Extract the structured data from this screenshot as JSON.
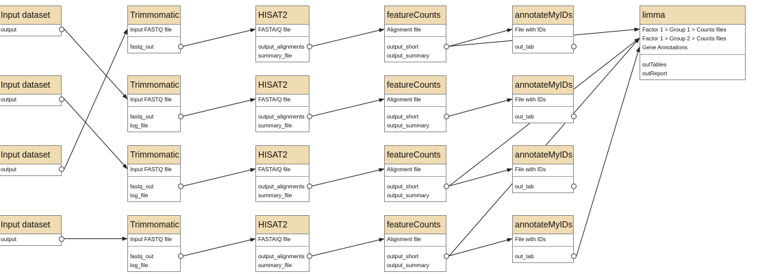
{
  "nodes": [
    {
      "id": "in1",
      "title": "Input dataset",
      "inputs": [],
      "outputs": [
        "output"
      ]
    },
    {
      "id": "in2",
      "title": "Input dataset",
      "inputs": [],
      "outputs": [
        "output"
      ]
    },
    {
      "id": "in3",
      "title": "Input dataset",
      "inputs": [],
      "outputs": [
        "output"
      ]
    },
    {
      "id": "in4",
      "title": "Input dataset",
      "inputs": [],
      "outputs": [
        "output"
      ]
    },
    {
      "id": "tr1",
      "title": "Trimmomatic",
      "inputs": [
        "Input FASTQ file"
      ],
      "outputs": [
        "fastq_out"
      ]
    },
    {
      "id": "tr2",
      "title": "Trimmomatic",
      "inputs": [
        "Input FASTQ file"
      ],
      "outputs": [
        "fastq_out",
        "log_file"
      ]
    },
    {
      "id": "tr3",
      "title": "Trimmomatic",
      "inputs": [
        "Input FASTQ file"
      ],
      "outputs": [
        "fastq_out",
        "log_file"
      ]
    },
    {
      "id": "tr4",
      "title": "Trimmomatic",
      "inputs": [
        "Input FASTQ file"
      ],
      "outputs": [
        "fastq_out",
        "log_file"
      ]
    },
    {
      "id": "hs1",
      "title": "HISAT2",
      "inputs": [
        "FASTA/Q file"
      ],
      "outputs": [
        "output_alignments",
        "summary_file"
      ]
    },
    {
      "id": "hs2",
      "title": "HISAT2",
      "inputs": [
        "FASTA/Q file"
      ],
      "outputs": [
        "output_alignments",
        "summary_file"
      ]
    },
    {
      "id": "hs3",
      "title": "HISAT2",
      "inputs": [
        "FASTA/Q file"
      ],
      "outputs": [
        "output_alignments",
        "summary_file"
      ]
    },
    {
      "id": "hs4",
      "title": "HISAT2",
      "inputs": [
        "FASTA/Q file"
      ],
      "outputs": [
        "output_alignments",
        "summary_file"
      ]
    },
    {
      "id": "fc1",
      "title": "featureCounts",
      "inputs": [
        "Alignment file"
      ],
      "outputs": [
        "output_short",
        "output_summary"
      ]
    },
    {
      "id": "fc2",
      "title": "featureCounts",
      "inputs": [
        "Alignment file"
      ],
      "outputs": [
        "output_short",
        "output_summary"
      ]
    },
    {
      "id": "fc3",
      "title": "featureCounts",
      "inputs": [
        "Alignment file"
      ],
      "outputs": [
        "output_short",
        "output_summary"
      ]
    },
    {
      "id": "fc4",
      "title": "featureCounts",
      "inputs": [
        "Alignment file"
      ],
      "outputs": [
        "output_short",
        "output_summary"
      ]
    },
    {
      "id": "an1",
      "title": "annotateMyIDs",
      "inputs": [
        "File with IDs"
      ],
      "outputs": [
        "out_tab"
      ]
    },
    {
      "id": "an2",
      "title": "annotateMyIDs",
      "inputs": [
        "File with IDs"
      ],
      "outputs": [
        "out_tab"
      ]
    },
    {
      "id": "an3",
      "title": "annotateMyIDs",
      "inputs": [
        "File with IDs"
      ],
      "outputs": [
        "out_tab"
      ]
    },
    {
      "id": "an4",
      "title": "annotateMyIDs",
      "inputs": [
        "File with IDs"
      ],
      "outputs": [
        "out_tab"
      ]
    },
    {
      "id": "lm",
      "title": "limma",
      "inputs": [
        "Factor 1 > Group 1 > Counts files",
        "Factor 1 > Group 2 > Counts files",
        "Gene Annotations"
      ],
      "outputs": [
        "outTables",
        "outReport"
      ]
    }
  ],
  "connections": [
    {
      "from": "in1",
      "out": 0,
      "to": "tr2",
      "in": 0
    },
    {
      "from": "in2",
      "out": 0,
      "to": "tr3",
      "in": 0
    },
    {
      "from": "in3",
      "out": 0,
      "to": "tr1",
      "in": 0
    },
    {
      "from": "in4",
      "out": 0,
      "to": "tr4",
      "in": 0
    },
    {
      "from": "tr1",
      "out": 0,
      "to": "hs1",
      "in": 0
    },
    {
      "from": "tr2",
      "out": 0,
      "to": "hs2",
      "in": 0
    },
    {
      "from": "tr3",
      "out": 0,
      "to": "hs3",
      "in": 0
    },
    {
      "from": "tr4",
      "out": 0,
      "to": "hs4",
      "in": 0
    },
    {
      "from": "hs1",
      "out": 0,
      "to": "fc1",
      "in": 0
    },
    {
      "from": "hs2",
      "out": 0,
      "to": "fc2",
      "in": 0
    },
    {
      "from": "hs3",
      "out": 0,
      "to": "fc3",
      "in": 0
    },
    {
      "from": "hs4",
      "out": 0,
      "to": "fc4",
      "in": 0
    },
    {
      "from": "fc1",
      "out": 0,
      "to": "an1",
      "in": 0
    },
    {
      "from": "fc2",
      "out": 0,
      "to": "an2",
      "in": 0
    },
    {
      "from": "fc3",
      "out": 0,
      "to": "an3",
      "in": 0
    },
    {
      "from": "fc4",
      "out": 0,
      "to": "an4",
      "in": 0
    },
    {
      "from": "fc1",
      "out": 0,
      "to": "lm",
      "in": 0
    },
    {
      "from": "fc3",
      "out": 0,
      "to": "lm",
      "in": 1
    },
    {
      "from": "fc4",
      "out": 0,
      "to": "lm",
      "in": 1
    },
    {
      "from": "an4",
      "out": 0,
      "to": "lm",
      "in": 2
    }
  ],
  "colors": {
    "header": "#f0dcb2",
    "border": "#8a8a8a",
    "wire": "#222222"
  }
}
